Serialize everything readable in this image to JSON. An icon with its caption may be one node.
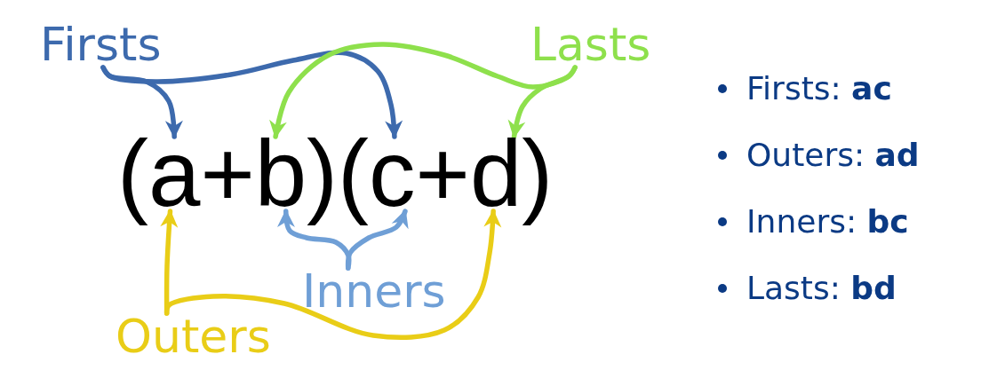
{
  "diagram": {
    "nodes": [
      {
        "text": [
          "Firsts"
        ]
      },
      {
        "text": [
          "Lasts"
        ]
      },
      {
        "text": [
          "a"
        ]
      },
      {
        "text": [
          "b"
        ]
      },
      {
        "text": [
          "c"
        ]
      },
      {
        "text": [
          "d"
        ]
      },
      {
        "text": [
          "Inners"
        ]
      },
      {
        "text": [
          "Outers"
        ]
      }
    ],
    "edges": [
      {
        "from": 0,
        "to": 2,
        "arrow": "to",
        "color": "#3d6aad"
      },
      {
        "from": 0,
        "to": 4,
        "arrow": "to",
        "color": "#3d6aad"
      },
      {
        "from": 1,
        "to": 3,
        "arrow": "to",
        "color": "#8ee04c"
      },
      {
        "from": 1,
        "to": 5,
        "arrow": "to",
        "color": "#8ee04c"
      },
      {
        "from": 6,
        "to": 3,
        "arrow": "to",
        "color": "#6f9fd6"
      },
      {
        "from": 6,
        "to": 4,
        "arrow": "to",
        "color": "#6f9fd6"
      },
      {
        "from": 7,
        "to": 2,
        "arrow": "to",
        "color": "#e9cd17"
      },
      {
        "from": 7,
        "to": 5,
        "arrow": "to",
        "color": "#e9cd17"
      }
    ],
    "labels": [
      "(",
      "+",
      ")",
      "(",
      "+",
      ")",
      "Firsts: **ac**",
      "Outers: **ad**",
      "Inners: **bc**",
      "Lasts: **bd**"
    ]
  }
}
